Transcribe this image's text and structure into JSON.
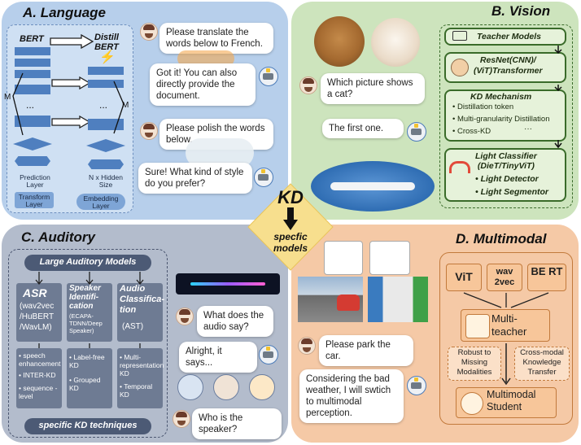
{
  "center": {
    "kd": "KD",
    "specific_line1": "specfic",
    "specific_line2": "models"
  },
  "language": {
    "title": "A. Language",
    "bert": "BERT",
    "distill_line1": "Distill",
    "distill_line2": "BERT",
    "m_left": "M",
    "m_right": "M",
    "dots": "...",
    "prediction_layer": "Prediction Layer",
    "transform_layer": "Transform Layer",
    "hidden_size": "N x Hidden Size",
    "embedding_layer": "Embedding Layer",
    "chat": [
      "Please translate the words below to French.",
      "Got it! You can also directly provide the document.",
      "Please polish the words below.",
      "Sure! What kind of style do you prefer?"
    ]
  },
  "vision": {
    "title": "B. Vision",
    "chat": [
      "Which picture shows a cat?",
      "The first one."
    ],
    "teacher_models": "Teacher Models",
    "resnet_line1": "ResNet(CNN)/",
    "resnet_line2": "(ViT)Transformer",
    "kd_mechanism": "KD Mechanism",
    "mechanisms": [
      "Distillation token",
      "Multi-granularity Distillation",
      "Cross-KD"
    ],
    "ellipsis": "···",
    "light_classifier_line1": "Light Classifier",
    "light_classifier_line2": "(DieT/TinyViT)",
    "light_detector": "Light Detector",
    "light_segmentor": "Light Segmentor"
  },
  "auditory": {
    "title": "C. Auditory",
    "large_models": "Large Auditory Models",
    "asr": "ASR",
    "asr_detail": "(wav2vec /HuBERT /WavLM)",
    "speaker_title": "Speaker Identifi-cation",
    "speaker_detail": "(ECAPA-TDNN/Deep Speaker)",
    "audio_title": "Audio Classifica-tion",
    "audio_detail": "(AST)",
    "col1": [
      "speech enhancement",
      "INTER-KD",
      "sequence -level"
    ],
    "col2": [
      "Label-free KD",
      "Grouped KD"
    ],
    "col3": [
      "Multi-representation KD",
      "Temporal KD"
    ],
    "specific_kd": "specific KD techniques",
    "chat": [
      "What does the audio say?",
      "Alright, it says...",
      "Who is the speaker?"
    ]
  },
  "multimodal": {
    "title": "D. Multimodal",
    "chat": [
      "Please park the car.",
      "Considering the bad weather, I will swtich to multimodal perception."
    ],
    "vit": "ViT",
    "wav2vec": "wav 2vec",
    "bert": "BE RT",
    "multi_teacher": "Multi-teacher",
    "robust": "Robust to Missing Modalities",
    "cross_modal": "Cross-modal Knowledge Transfer",
    "student": "Multimodal Student"
  },
  "colors": {
    "language_bg": "#b7cfeb",
    "vision_bg": "#cde4bd",
    "auditory_bg": "#b3bccc",
    "multimodal_bg": "#f5c9a6",
    "center_diamond": "#f7df8e"
  }
}
